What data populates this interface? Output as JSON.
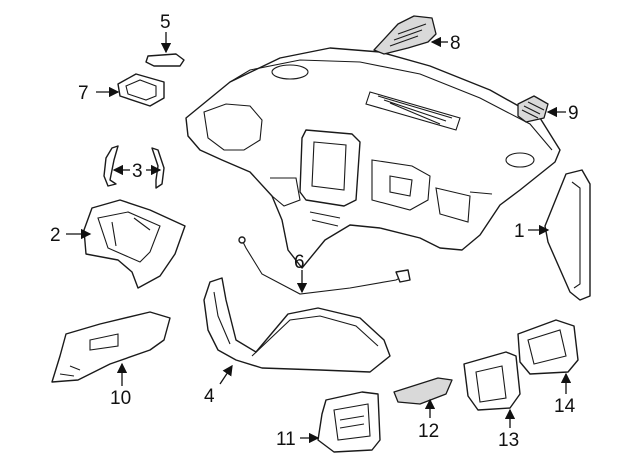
{
  "diagram": {
    "callouts": [
      {
        "id": "1",
        "label": "1"
      },
      {
        "id": "2",
        "label": "2"
      },
      {
        "id": "3",
        "label": "3"
      },
      {
        "id": "4",
        "label": "4"
      },
      {
        "id": "5",
        "label": "5"
      },
      {
        "id": "6",
        "label": "6"
      },
      {
        "id": "7",
        "label": "7"
      },
      {
        "id": "8",
        "label": "8"
      },
      {
        "id": "9",
        "label": "9"
      },
      {
        "id": "10",
        "label": "10"
      },
      {
        "id": "11",
        "label": "11"
      },
      {
        "id": "12",
        "label": "12"
      },
      {
        "id": "13",
        "label": "13"
      },
      {
        "id": "14",
        "label": "14"
      }
    ]
  }
}
